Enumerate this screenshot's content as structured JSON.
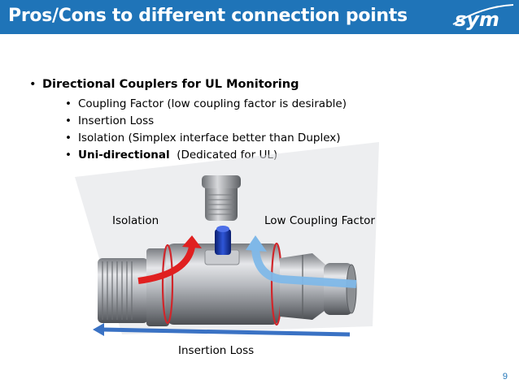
{
  "header": {
    "title": "Pros/Cons to different connection points",
    "logo_text": "sym",
    "accent_color": "#1f74b8"
  },
  "bullets": {
    "main": "Directional Couplers for UL Monitoring",
    "sub": [
      {
        "bold": "",
        "text": "Coupling Factor (low coupling factor is desirable)"
      },
      {
        "bold": "",
        "text": "Insertion Loss"
      },
      {
        "bold": "",
        "text": "Isolation (Simplex interface better than Duplex)"
      },
      {
        "bold": "Uni-directional",
        "text": "(Dedicated for UL)"
      }
    ]
  },
  "diagram": {
    "isolation_label": "Isolation",
    "coupling_label": "Low Coupling Factor",
    "insertion_label": "Insertion Loss",
    "colors": {
      "isolation_arrow": "#e02020",
      "coupling_arrow": "#7fb8e8",
      "insertion_arrow": "#3a72c4"
    }
  },
  "page_number": "9"
}
